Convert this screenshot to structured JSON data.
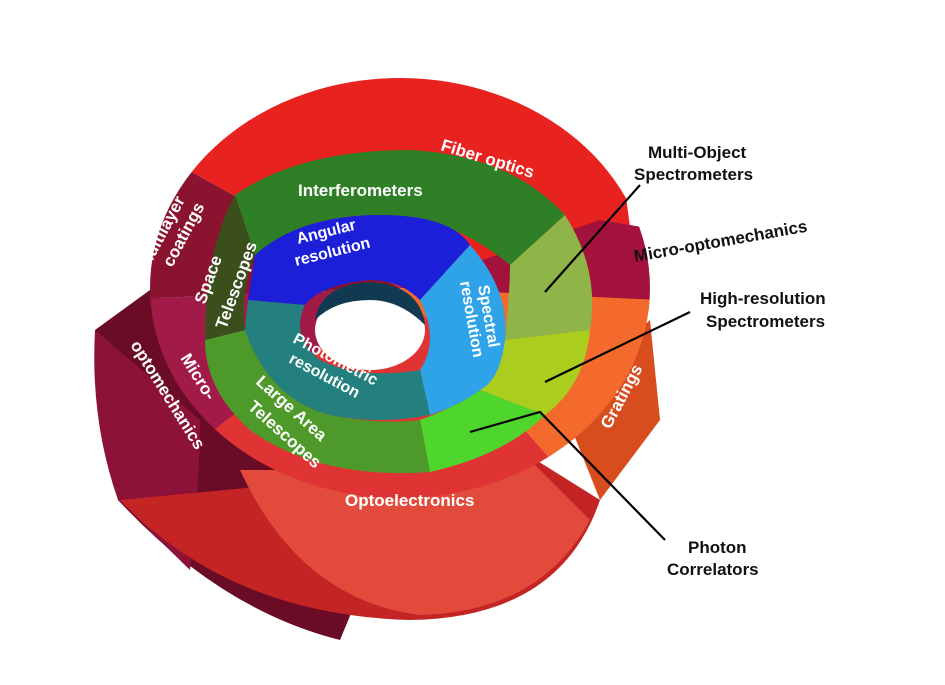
{
  "colors": {
    "optoelectronics": "#e03434",
    "fiber_optics": "#e8231f",
    "micro_optomechanics_outer": "#a3123d",
    "micro_optomechanics_left": "#a11a48",
    "multilayer_coatings": "#8a1330",
    "gratings": "#f46a2c",
    "interferometers": "#2f7f27",
    "space_telescopes": "#3b4f1d",
    "large_area_telescopes": "#4d9a2a",
    "photon_correlators": "#4ed62c",
    "high_resolution_spectrometers": "#aacd1e",
    "multi_object_spectrometers": "#8fb548",
    "angular_resolution": "#1b1fd8",
    "spectral_resolution": "#2fa3e8",
    "photometric_resolution": "#23807e"
  },
  "outer_ring": {
    "fiber_optics": "Fiber optics",
    "micro_optomechanics_right": "Micro-optomechanics",
    "gratings": "Gratings",
    "optoelectronics": "Optoelectronics",
    "micro_optomechanics_left_1": "Micro-",
    "micro_optomechanics_left_2": "optomechanics",
    "multilayer_coatings_1": "Multilayer",
    "multilayer_coatings_2": "coatings"
  },
  "middle_ring": {
    "interferometers": "Interferometers",
    "space_telescopes_1": "Space",
    "space_telescopes_2": "Telescopes",
    "large_area_telescopes_1": "Large Area",
    "large_area_telescopes_2": "Telescopes"
  },
  "inner_ring": {
    "angular_resolution_1": "Angular",
    "angular_resolution_2": "resolution",
    "spectral_resolution_1": "Spectral",
    "spectral_resolution_2": "resolution",
    "photometric_resolution_1": "Photometric",
    "photometric_resolution_2": "resolution"
  },
  "callouts": {
    "multi_object_spectrometers_1": "Multi-Object",
    "multi_object_spectrometers_2": "Spectrometers",
    "high_resolution_spectrometers_1": "High-resolution",
    "high_resolution_spectrometers_2": "Spectrometers",
    "photon_correlators_1": "Photon",
    "photon_correlators_2": "Correlators"
  }
}
